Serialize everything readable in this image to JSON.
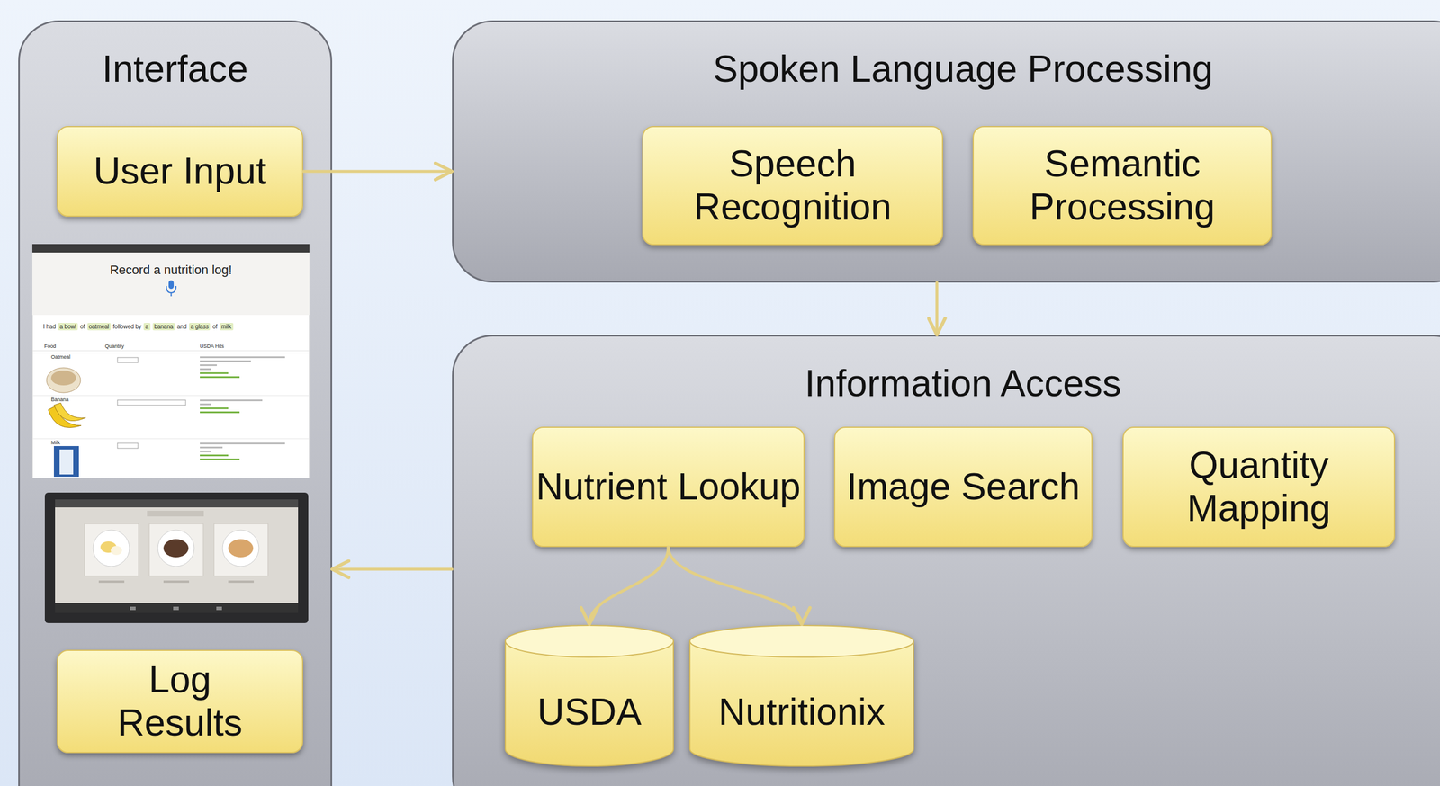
{
  "diagram": {
    "nodes": [
      {
        "text": [
          "Interface"
        ]
      },
      {
        "text": [
          "User Input"
        ],
        "in": 0
      },
      {
        "text": [
          "Log Results"
        ],
        "in": 0
      },
      {
        "text": [
          "Spoken Language Processing"
        ]
      },
      {
        "text": [
          "Speech Recognition"
        ],
        "in": 3
      },
      {
        "text": [
          "Semantic Processing"
        ],
        "in": 3
      },
      {
        "text": [
          "Information Access"
        ]
      },
      {
        "text": [
          "Nutrient Lookup"
        ],
        "in": 6
      },
      {
        "text": [
          "Image Search"
        ],
        "in": 6
      },
      {
        "text": [
          "Quantity Mapping"
        ],
        "in": 6
      },
      {
        "text": [
          "USDA"
        ],
        "in": 6
      },
      {
        "text": [
          "Nutritionix"
        ],
        "in": 6
      }
    ],
    "edges": [
      {
        "from": 1,
        "to": 3,
        "arrow": "to"
      },
      {
        "from": 3,
        "to": 6,
        "arrow": "to"
      },
      {
        "from": 6,
        "to": 0,
        "arrow": "to"
      },
      {
        "from": 7,
        "to": 10,
        "arrow": "to"
      },
      {
        "from": 7,
        "to": 11,
        "arrow": "to"
      }
    ],
    "labels": [
      "Record a nutrition log!",
      "I had",
      "a bowl",
      "of",
      "oatmeal",
      "followed by",
      "a",
      "banana",
      "and",
      "a glass",
      "of",
      "milk",
      "Food",
      "Quantity",
      "USDA Hits",
      "Oatmeal",
      "Banana",
      "Milk"
    ]
  }
}
